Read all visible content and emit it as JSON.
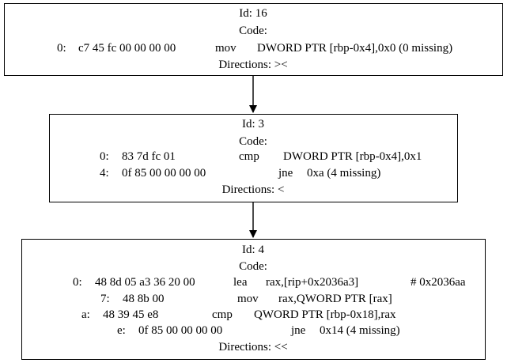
{
  "nodes": [
    {
      "id_label": "Id: 16",
      "code_label": "Code:",
      "lines": [
        {
          "offset": "0:",
          "bytes": "c7 45 fc 00 00 00 00",
          "mnemonic": "mov",
          "operands": "DWORD PTR [rbp-0x4],0x0 (0 missing)",
          "comment": ""
        }
      ],
      "directions": "Directions: ><"
    },
    {
      "id_label": "Id: 3",
      "code_label": "Code:",
      "lines": [
        {
          "offset": "0:",
          "bytes": "83 7d fc 01",
          "mnemonic": "cmp",
          "operands": "DWORD PTR [rbp-0x4],0x1",
          "comment": ""
        },
        {
          "offset": "4:",
          "bytes": "0f 85 00 00 00 00",
          "mnemonic": "jne",
          "operands": "0xa (4 missing)",
          "comment": ""
        }
      ],
      "directions": "Directions: <"
    },
    {
      "id_label": "Id: 4",
      "code_label": "Code:",
      "lines": [
        {
          "offset": "0:",
          "bytes": "48 8d 05 a3 36 20 00",
          "mnemonic": "lea",
          "operands": "rax,[rip+0x2036a3]",
          "comment": "# 0x2036aa"
        },
        {
          "offset": "7:",
          "bytes": "48 8b 00",
          "mnemonic": "mov",
          "operands": "rax,QWORD PTR [rax]",
          "comment": ""
        },
        {
          "offset": "a:",
          "bytes": "48 39 45 e8",
          "mnemonic": "cmp",
          "operands": "QWORD PTR [rbp-0x18],rax",
          "comment": ""
        },
        {
          "offset": "e:",
          "bytes": "0f 85 00 00 00 00",
          "mnemonic": "jne",
          "operands": "0x14 (4 missing)",
          "comment": ""
        }
      ],
      "directions": "Directions: <<"
    }
  ],
  "edges": [
    {
      "from": 0,
      "to": 1
    },
    {
      "from": 1,
      "to": 2
    }
  ]
}
